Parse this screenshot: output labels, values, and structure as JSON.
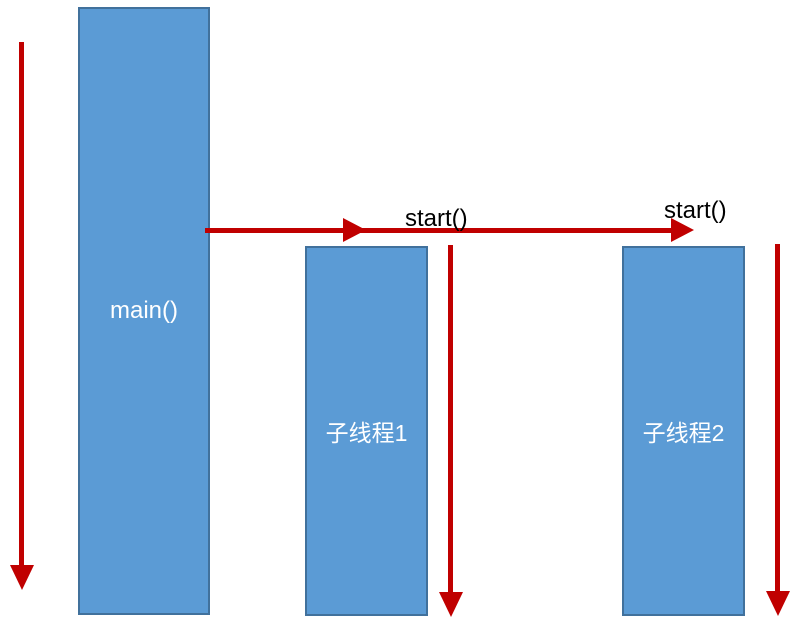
{
  "colors": {
    "thread_fill": "#5B9BD5",
    "thread_border": "#41719C",
    "arrow_red": "#C00000",
    "thread_label": "#FFFFFF",
    "call_label": "#000000",
    "background": "#FFFFFF"
  },
  "diagram": {
    "type": "thread-sequence-diagram",
    "threads": {
      "main": {
        "label": "main()"
      },
      "child1": {
        "label": "子线程1"
      },
      "child2": {
        "label": "子线程2"
      }
    },
    "calls": {
      "start1": {
        "label": "start()"
      },
      "start2": {
        "label": "start()"
      }
    }
  }
}
